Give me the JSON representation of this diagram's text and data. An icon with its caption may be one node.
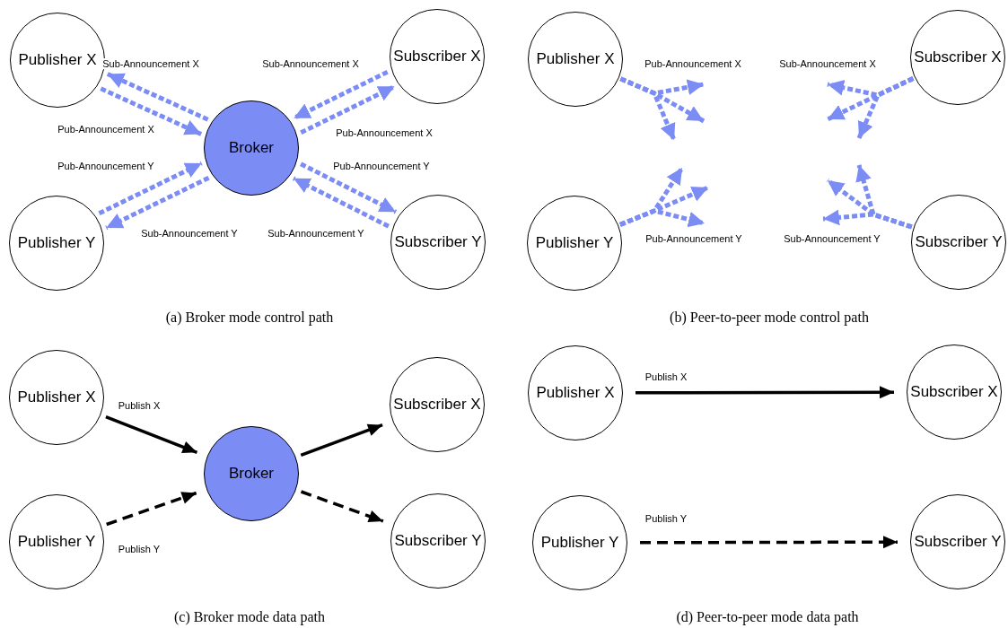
{
  "diagram": {
    "nodes": [
      {
        "text": [
          "Publisher X"
        ]
      },
      {
        "text": [
          "Subscriber X"
        ]
      },
      {
        "text": [
          "Broker"
        ]
      },
      {
        "text": [
          "Publisher Y"
        ]
      },
      {
        "text": [
          "Subscriber Y"
        ]
      },
      {
        "text": [
          "Publisher X"
        ]
      },
      {
        "text": [
          "Subscriber X"
        ]
      },
      {
        "text": [
          "Publisher Y"
        ]
      },
      {
        "text": [
          "Subscriber Y"
        ]
      },
      {
        "text": [
          "Publisher X"
        ]
      },
      {
        "text": [
          "Subscriber X"
        ]
      },
      {
        "text": [
          "Broker"
        ]
      },
      {
        "text": [
          "Publisher Y"
        ]
      },
      {
        "text": [
          "Subscriber Y"
        ]
      },
      {
        "text": [
          "Publisher X"
        ]
      },
      {
        "text": [
          "Subscriber X"
        ]
      },
      {
        "text": [
          "Publisher Y"
        ]
      },
      {
        "text": [
          "Subscriber Y"
        ]
      }
    ],
    "edges": [
      {
        "from": 2,
        "to": 0,
        "arrow": "to",
        "style": "dashed",
        "label": "Sub-Announcement X"
      },
      {
        "from": 0,
        "to": 2,
        "arrow": "to",
        "style": "dashed",
        "label": "Pub-Announcement X"
      },
      {
        "from": 1,
        "to": 2,
        "arrow": "to",
        "style": "dashed",
        "label": "Sub-Announcement X"
      },
      {
        "from": 2,
        "to": 1,
        "arrow": "to",
        "style": "dashed",
        "label": "Pub-Announcement X"
      },
      {
        "from": 3,
        "to": 2,
        "arrow": "to",
        "style": "dashed",
        "label": "Pub-Announcement Y"
      },
      {
        "from": 2,
        "to": 3,
        "arrow": "to",
        "style": "dashed",
        "label": "Sub-Announcement Y"
      },
      {
        "from": 2,
        "to": 4,
        "arrow": "to",
        "style": "dashed",
        "label": "Pub-Announcement Y"
      },
      {
        "from": 4,
        "to": 2,
        "arrow": "to",
        "style": "dashed",
        "label": "Sub-Announcement Y"
      },
      {
        "from": 5,
        "to": null,
        "arrow": "to",
        "style": "dashed",
        "label": "Pub-Announcement X"
      },
      {
        "from": 5,
        "to": null,
        "arrow": "to",
        "style": "dashed"
      },
      {
        "from": 5,
        "to": null,
        "arrow": "to",
        "style": "dashed"
      },
      {
        "from": 6,
        "to": null,
        "arrow": "to",
        "style": "dashed",
        "label": "Sub-Announcement X"
      },
      {
        "from": 6,
        "to": null,
        "arrow": "to",
        "style": "dashed"
      },
      {
        "from": 6,
        "to": null,
        "arrow": "to",
        "style": "dashed"
      },
      {
        "from": 7,
        "to": null,
        "arrow": "to",
        "style": "dashed",
        "label": "Pub-Announcement Y"
      },
      {
        "from": 7,
        "to": null,
        "arrow": "to",
        "style": "dashed"
      },
      {
        "from": 7,
        "to": null,
        "arrow": "to",
        "style": "dashed"
      },
      {
        "from": 8,
        "to": null,
        "arrow": "to",
        "style": "dashed",
        "label": "Sub-Announcement Y"
      },
      {
        "from": 8,
        "to": null,
        "arrow": "to",
        "style": "dashed"
      },
      {
        "from": 8,
        "to": null,
        "arrow": "to",
        "style": "dashed"
      },
      {
        "from": 9,
        "to": 11,
        "arrow": "to",
        "color": "#000000",
        "label": "Publish X"
      },
      {
        "from": 11,
        "to": 10,
        "arrow": "to",
        "color": "#000000"
      },
      {
        "from": 12,
        "to": 11,
        "arrow": "to",
        "style": "dashed",
        "color": "#000000",
        "label": "Publish Y"
      },
      {
        "from": 11,
        "to": 13,
        "arrow": "to",
        "style": "dashed",
        "color": "#000000"
      },
      {
        "from": 14,
        "to": 15,
        "arrow": "to",
        "color": "#000000",
        "label": "Publish X"
      },
      {
        "from": 16,
        "to": 17,
        "arrow": "to",
        "style": "dashed",
        "color": "#000000",
        "label": "Publish Y"
      }
    ],
    "labels": [
      "(a) Broker mode control path",
      "(b) Peer-to-peer mode control path",
      "(c) Broker mode data path",
      "(d) Peer-to-peer mode data path"
    ]
  }
}
